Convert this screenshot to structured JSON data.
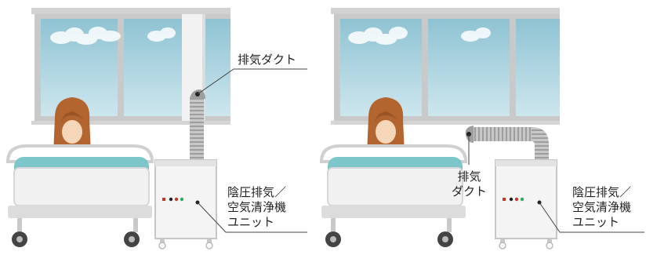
{
  "scenes": [
    {
      "duct_label": "排気ダクト",
      "unit_label_lines": [
        "陰圧排気／",
        "空気清浄機",
        "ユニット"
      ]
    },
    {
      "duct_label_lines": [
        "排気",
        "ダクト"
      ],
      "unit_label_lines": [
        "陰圧排気／",
        "空気清浄機",
        "ユニット"
      ]
    }
  ],
  "colors": {
    "window_frame": "#c9c9c9",
    "sky_top": "#8fc3d3",
    "sky_bottom": "#cde6ee",
    "bed_accent": "#7cc5c9",
    "bed_frame": "#dcdcdc",
    "hair": "#b2652f",
    "skin": "#f6d6b8",
    "duct": "#bdbdbd",
    "unit_body": "#f4f4f4",
    "indicator_red": "#c0392b",
    "indicator_green": "#27ae60"
  }
}
